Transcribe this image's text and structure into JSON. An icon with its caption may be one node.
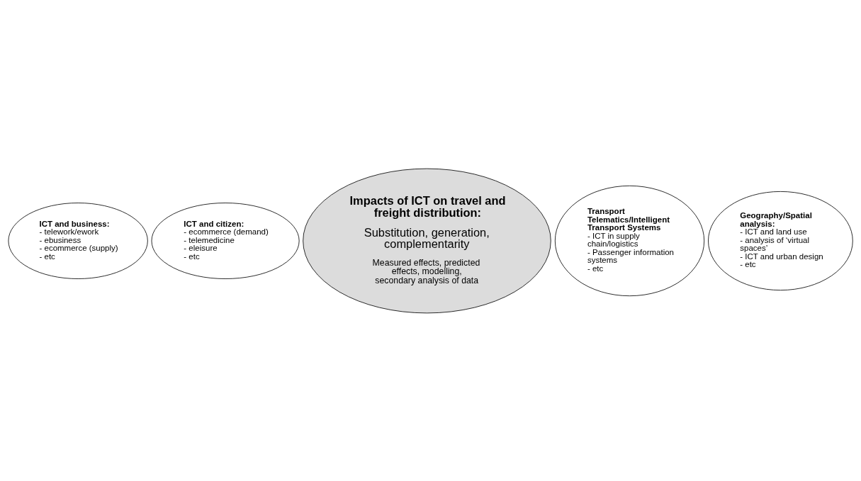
{
  "diagram": {
    "nodes": [
      {
        "text": [
          "ICT and business:",
          "- telework/ework",
          "- ebusiness",
          "- ecommerce (supply)",
          "- etc"
        ]
      },
      {
        "text": [
          "Impacts of ICT on travel and freight distribution:",
          "Substitution, generation, complementarity",
          "Measured effects, predicted effects, modelling, secondary analysis of data"
        ]
      },
      {
        "text": [
          "Transport Telematics/Intelligent Transport Systems",
          "- ICT in supply chain/logistics",
          "- Passenger information systems",
          "- etc"
        ]
      },
      {
        "text": [
          "ICT and citizen:",
          "- ecommerce (demand)",
          "- telemedicine",
          "- eleisure",
          "- etc"
        ]
      },
      {
        "text": [
          "Geography/Spatial analysis:",
          "- ICT and land use",
          "- analysis of ‘virtual spaces’",
          "- ICT and urban design",
          "- etc"
        ]
      }
    ],
    "edges": []
  }
}
